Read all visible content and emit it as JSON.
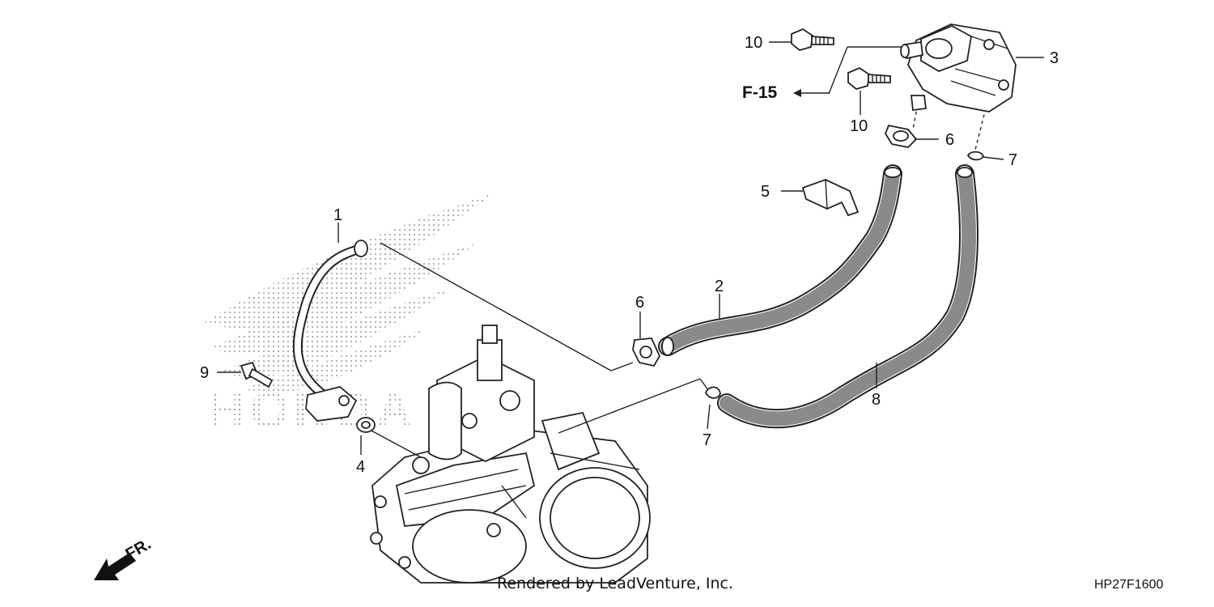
{
  "callouts": {
    "c1": "1",
    "c2": "2",
    "c3": "3",
    "c4": "4",
    "c5": "5",
    "c6a": "6",
    "c6b": "6",
    "c7a": "7",
    "c7b": "7",
    "c8": "8",
    "c9": "9",
    "c10a": "10",
    "c10b": "10"
  },
  "reference": "F-15",
  "direction": "FR.",
  "watermark": "HONDA",
  "credit": "Rendered by LeadVenture, Inc.",
  "diagram_code": "HP27F1600"
}
